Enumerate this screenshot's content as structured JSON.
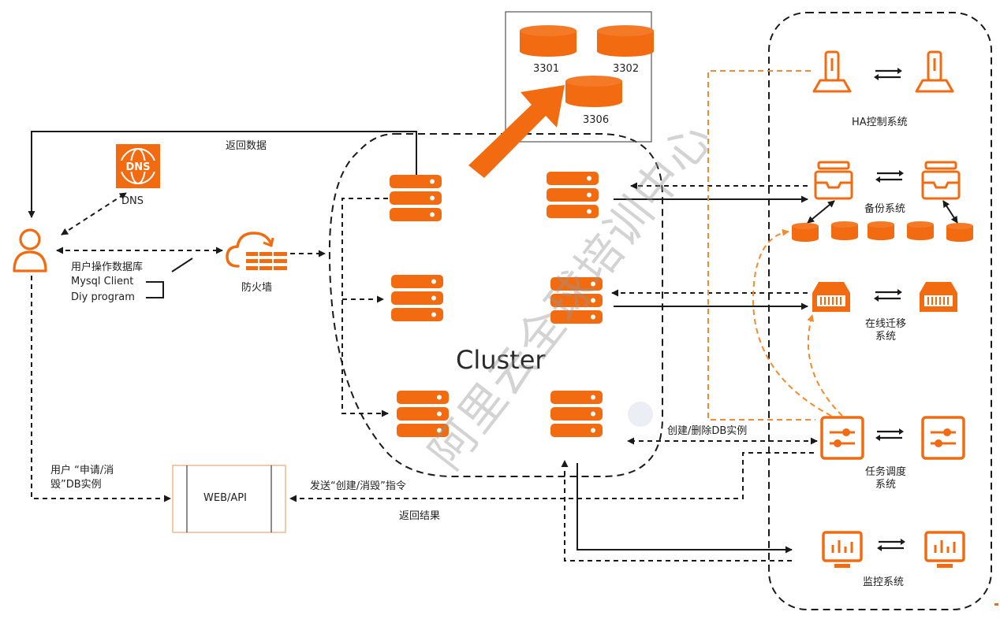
{
  "labels": {
    "return_data": "返回数据",
    "dns": "DNS",
    "user_ops": "用户操作数据库",
    "mysql_client": "Mysql Client",
    "diy_program": "Diy program",
    "firewall": "防火墙",
    "cluster": "Cluster",
    "user_request": "用户 “申请/消",
    "user_request_2": "毁”DB实例",
    "web_api": "WEB/API",
    "send_cmd": "发送“创建/消毁”指令",
    "return_result": "返回结果",
    "create_delete": "创建/删除DB实例",
    "port_3301": "3301",
    "port_3302": "3302",
    "port_3306": "3306",
    "ha_system": "HA控制系统",
    "backup_system": "备份系统",
    "migration_1": "在线迁移",
    "migration_2": "系统",
    "scheduler_1": "任务调度",
    "scheduler_2": "系统",
    "monitor_system": "监控系统",
    "watermark": "阿里云全球培训中心"
  },
  "icons": {
    "user": "user-icon",
    "dns": "dns-icon",
    "firewall": "cloud-firewall-icon",
    "server": "server-stack-icon",
    "database": "database-cylinder-icon",
    "ha": "ha-node-icon",
    "backup": "backup-tray-icon",
    "migration": "migration-drive-icon",
    "scheduler": "scheduler-sliders-icon",
    "monitor": "monitor-chart-icon",
    "arrow": "double-arrow-icon"
  },
  "colors": {
    "accent": "#f26b10",
    "line": "#1a1a1a",
    "orange_dash": "#f28a2e"
  }
}
